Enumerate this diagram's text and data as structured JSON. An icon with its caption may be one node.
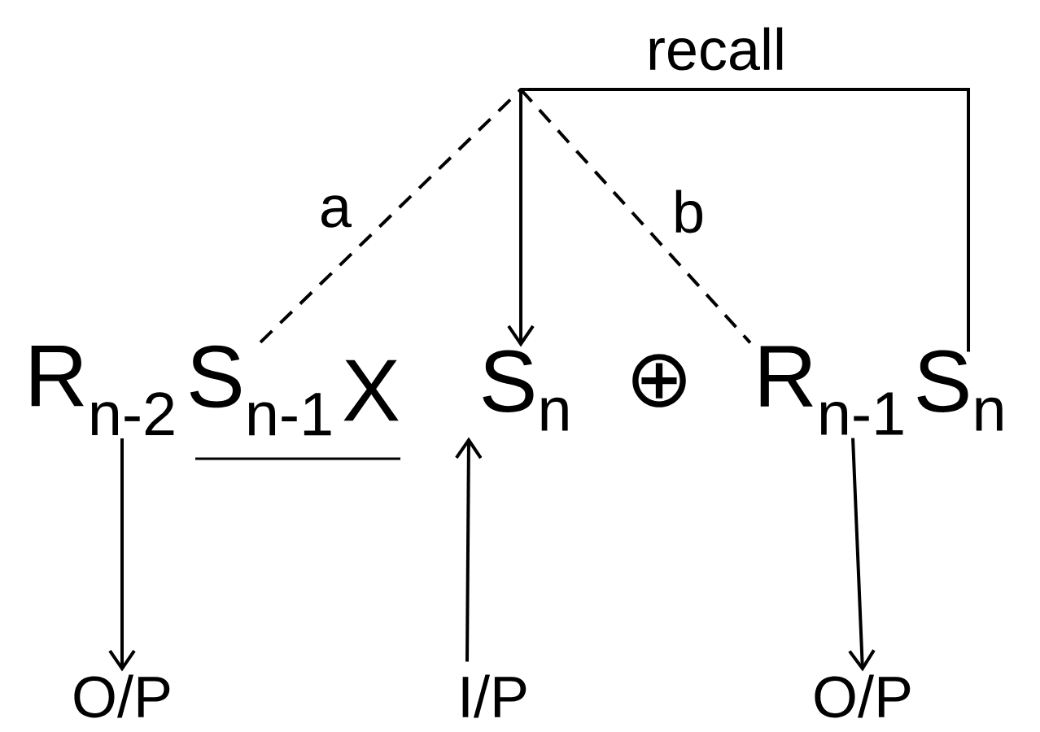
{
  "diagram": {
    "nodes": [
      {
        "text": [
          "R$_{n-2}$"
        ]
      },
      {
        "text": [
          "S$_{n-1}$"
        ]
      },
      {
        "text": [
          "X"
        ]
      },
      {
        "text": [
          "S$_{n}$"
        ]
      },
      {
        "text": [
          "R$_{n-1}$"
        ]
      },
      {
        "text": [
          "S$_{n}$"
        ]
      },
      {
        "text": [
          "O/P"
        ]
      },
      {
        "text": [
          "I/P"
        ]
      },
      {
        "text": [
          "O/P"
        ]
      },
      {
        "text": [],
        "shape": "point"
      }
    ],
    "edges": [
      {
        "from": 1,
        "to": 9,
        "arrow": "none",
        "style": "dashed",
        "label": "a"
      },
      {
        "from": 9,
        "to": 4,
        "arrow": "none",
        "style": "dashed",
        "label": "b"
      },
      {
        "from": 9,
        "to": 3,
        "arrow": "to"
      },
      {
        "from": 5,
        "to": 9,
        "arrow": "none",
        "label": "recall"
      },
      {
        "from": 0,
        "to": 6,
        "arrow": "to"
      },
      {
        "from": 7,
        "to": 3,
        "arrow": "to"
      },
      {
        "from": 4,
        "to": 8,
        "arrow": "to"
      }
    ],
    "labels": [
      "⊕"
    ]
  }
}
